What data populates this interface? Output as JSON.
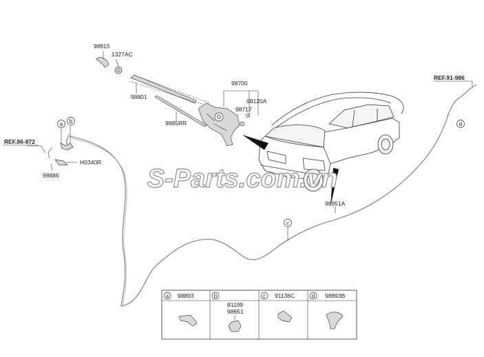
{
  "watermark": "S-Parts.com.vn",
  "labels": {
    "p98815": "98815",
    "p1327AC": "1327AC",
    "p98801": "98801",
    "p98700": "98700",
    "p98717": "98717",
    "p98120A": "98120A",
    "p9885RR": "9885RR",
    "ref86": "REF.86-872",
    "p98886": "98886",
    "pH0340R": "H0340R",
    "ref91": "REF.91-986",
    "p98951A": "98951A"
  },
  "callouts": {
    "a": "a",
    "b": "b",
    "c": "c",
    "d": "d"
  },
  "legend": {
    "cells": [
      {
        "key": "a",
        "parts": [
          "98893"
        ]
      },
      {
        "key": "b",
        "parts": [
          "81199",
          "98651"
        ]
      },
      {
        "key": "c",
        "parts": [
          "91136C"
        ]
      },
      {
        "key": "d",
        "parts": [
          "98893B"
        ]
      }
    ]
  }
}
